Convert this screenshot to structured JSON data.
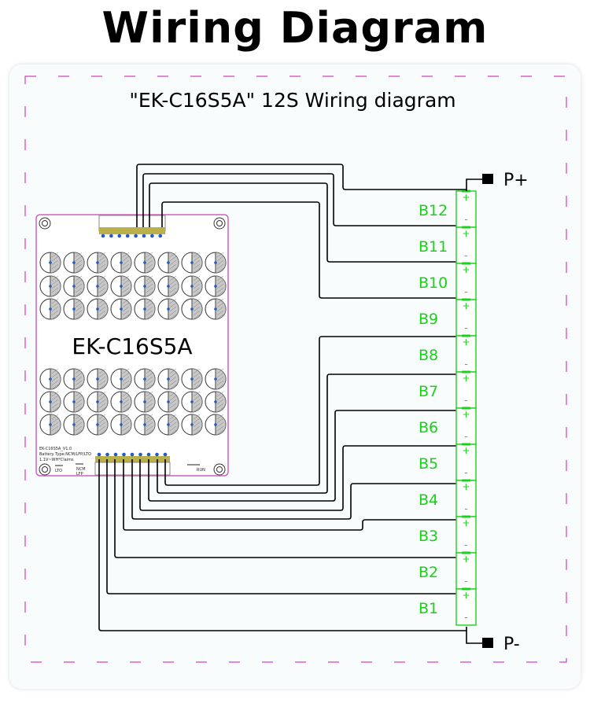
{
  "title": "Wiring Diagram",
  "subtitle": "\"EK-C16S5A\"  12S Wiring diagram",
  "board": {
    "name": "EK-C16S5A",
    "info_lines": [
      "EK-C16S5A_V1.0",
      "Battery Type:NCM/LFP/LTO",
      "1.1V~WH*Claims"
    ],
    "switch_labels": [
      "LTO",
      "NCM",
      "LFP"
    ],
    "run_label": "RUN"
  },
  "terminals": {
    "positive": "P+",
    "negative": "P-"
  },
  "battery_cells": [
    "B12",
    "B11",
    "B10",
    "B9",
    "B8",
    "B7",
    "B6",
    "B5",
    "B4",
    "B3",
    "B2",
    "B1"
  ],
  "cell_marks": {
    "plus": "+",
    "minus": "-"
  },
  "colors": {
    "frame_dash": "#d43fc0",
    "cell": "#1ad11a",
    "board_border": "#d060c0",
    "connector": "#b9b04a",
    "pad_dot": "#1f5bc4",
    "wire": "#000000"
  }
}
